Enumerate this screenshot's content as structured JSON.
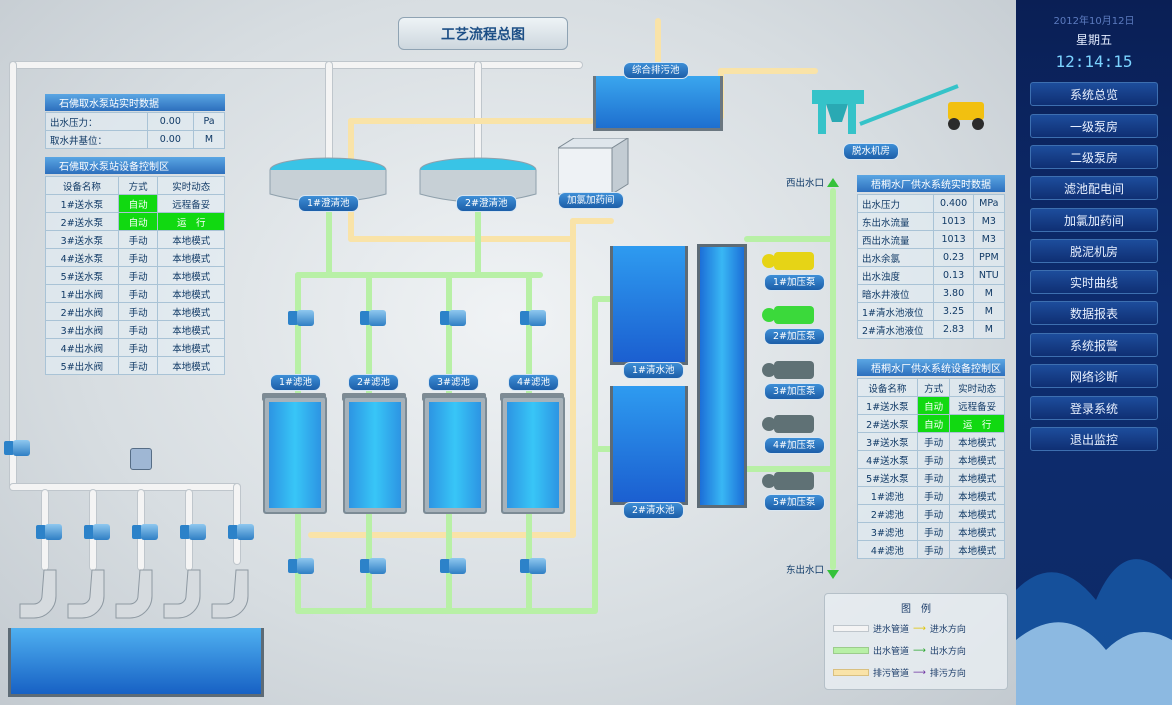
{
  "title": "工艺流程总图",
  "sidebar": {
    "date": "2012年10月12日",
    "weekday": "星期五",
    "time": "12:14:15",
    "menu": [
      "系统总览",
      "一级泵房",
      "二级泵房",
      "滤池配电间",
      "加氯加药间",
      "脱泥机房",
      "实时曲线",
      "数据报表",
      "系统报警",
      "网络诊断",
      "登录系统",
      "退出监控"
    ]
  },
  "intake": {
    "realtime_title": "石佛取水泵站实时数据",
    "rows": [
      {
        "name": "出水压力：",
        "value": "0.00",
        "unit": "Pa"
      },
      {
        "name": "取水井基位：",
        "value": "0.00",
        "unit": "M"
      }
    ],
    "control_title": "石佛取水泵站设备控制区",
    "headers": [
      "设备名称",
      "方式",
      "实时动态"
    ],
    "devices": [
      {
        "name": "1#送水泵",
        "mode": "自动",
        "status": "远程备妥"
      },
      {
        "name": "2#送水泵",
        "mode": "自动",
        "status": "运　行"
      },
      {
        "name": "3#送水泵",
        "mode": "手动",
        "status": "本地模式"
      },
      {
        "name": "4#送水泵",
        "mode": "手动",
        "status": "本地模式"
      },
      {
        "name": "5#送水泵",
        "mode": "手动",
        "status": "本地模式"
      },
      {
        "name": "1#出水阀",
        "mode": "手动",
        "status": "本地模式"
      },
      {
        "name": "2#出水阀",
        "mode": "手动",
        "status": "本地模式"
      },
      {
        "name": "3#出水阀",
        "mode": "手动",
        "status": "本地模式"
      },
      {
        "name": "4#出水阀",
        "mode": "手动",
        "status": "本地模式"
      },
      {
        "name": "5#出水阀",
        "mode": "手动",
        "status": "本地模式"
      }
    ]
  },
  "plant": {
    "realtime_title": "梧桐水厂供水系统实时数据",
    "rows": [
      {
        "name": "出水压力",
        "value": "0.400",
        "unit": "MPa"
      },
      {
        "name": "东出水流量",
        "value": "1013",
        "unit": "M3"
      },
      {
        "name": "西出水流量",
        "value": "1013",
        "unit": "M3"
      },
      {
        "name": "出水余氯",
        "value": "0.23",
        "unit": "PPM"
      },
      {
        "name": "出水浊度",
        "value": "0.13",
        "unit": "NTU"
      },
      {
        "name": "暗水井液位",
        "value": "3.80",
        "unit": "M"
      },
      {
        "name": "1#清水池液位",
        "value": "3.25",
        "unit": "M"
      },
      {
        "name": "2#清水池液位",
        "value": "2.83",
        "unit": "M"
      }
    ],
    "control_title": "梧桐水厂供水系统设备控制区",
    "headers": [
      "设备名称",
      "方式",
      "实时动态"
    ],
    "devices": [
      {
        "name": "1#送水泵",
        "mode": "自动",
        "status": "远程备妥"
      },
      {
        "name": "2#送水泵",
        "mode": "自动",
        "status": "运　行"
      },
      {
        "name": "3#送水泵",
        "mode": "手动",
        "status": "本地模式"
      },
      {
        "name": "4#送水泵",
        "mode": "手动",
        "status": "本地模式"
      },
      {
        "name": "5#送水泵",
        "mode": "手动",
        "status": "本地模式"
      },
      {
        "name": "1#滤池",
        "mode": "手动",
        "status": "本地模式"
      },
      {
        "name": "2#滤池",
        "mode": "手动",
        "status": "本地模式"
      },
      {
        "name": "3#滤池",
        "mode": "手动",
        "status": "本地模式"
      },
      {
        "name": "4#滤池",
        "mode": "手动",
        "status": "本地模式"
      }
    ]
  },
  "labels": {
    "sewage": "综合排污池",
    "dewater": "脱水机房",
    "dosing": "加氯加药间",
    "clar1": "1#澄清池",
    "clar2": "2#澄清池",
    "filters": [
      "1#滤池",
      "2#滤池",
      "3#滤池",
      "4#滤池"
    ],
    "clear1": "1#清水池",
    "clear2": "2#清水池",
    "boosters": [
      "1#加压泵",
      "2#加压泵",
      "3#加压泵",
      "4#加压泵",
      "5#加压泵"
    ],
    "west_out": "西出水口",
    "east_out": "东出水口"
  },
  "legend": {
    "title": "图　例",
    "items": [
      {
        "pipe": "进水管道",
        "dir": "进水方向"
      },
      {
        "pipe": "出水管道",
        "dir": "出水方向"
      },
      {
        "pipe": "排污管道",
        "dir": "排污方向"
      }
    ]
  },
  "colors": {
    "auto": "#11d911",
    "inlet": "#f4f4f4",
    "outlet": "#b8f0a6",
    "sewage": "#f9e3a8",
    "accent": "#2d6fbd"
  },
  "booster_colors": [
    "#e6d416",
    "#3bd93b",
    "#5f7175",
    "#5f7175",
    "#5f7175"
  ]
}
